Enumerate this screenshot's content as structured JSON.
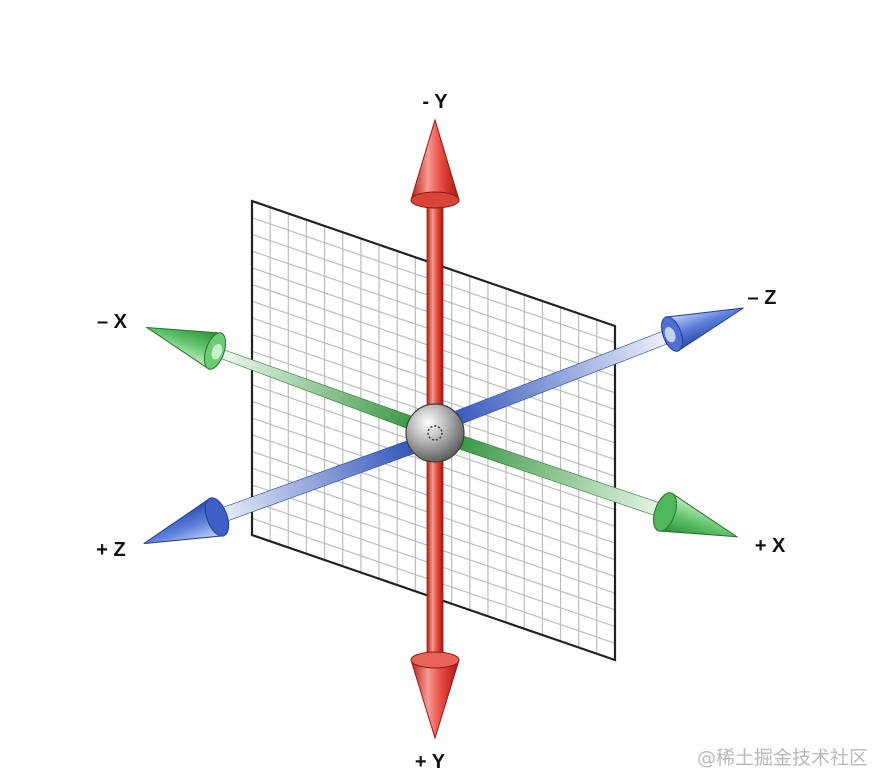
{
  "labels": {
    "neg_y": "- Y",
    "pos_y": "+ Y",
    "neg_x": "– X",
    "pos_x": "+ X",
    "neg_z": "– Z",
    "pos_z": "+ Z"
  },
  "watermark": "@稀土掘金技术社区",
  "colors": {
    "y_axis": "#e0453b",
    "x_axis": "#2f9a3c",
    "z_axis": "#2f55c8",
    "plane_grid": "#bdbdbd",
    "plane_border": "#222222",
    "origin_sphere": "#9e9e9e"
  },
  "icons": {
    "origin": "origin-sphere-icon"
  }
}
